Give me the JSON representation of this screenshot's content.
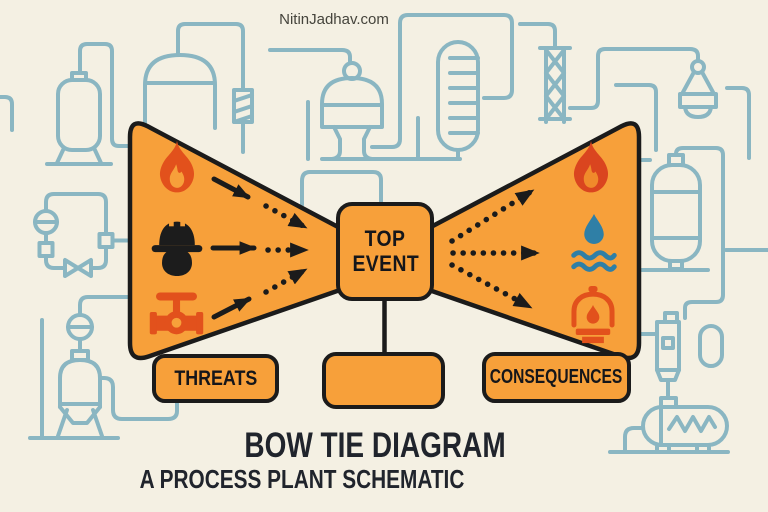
{
  "watermark": {
    "text": "NitinJadhav.com"
  },
  "diagram": {
    "top_event": {
      "label": "TOP EVENT"
    },
    "threats": {
      "label": "THREATS",
      "icons": [
        "flame-icon",
        "hard-hat-icon",
        "valve-icon"
      ]
    },
    "consequences": {
      "label": "CONSEQUENCES",
      "icons": [
        "flame-icon",
        "water-pollution-icon",
        "alarm-bell-icon"
      ]
    },
    "barrier_box": {
      "label": ""
    }
  },
  "footer": {
    "title": "BOW TIE DIAGRAM",
    "subtitle": "A PROCESS PLANT SCHEMATIC"
  },
  "colors": {
    "background": "#F4F0E3",
    "panel_orange": "#F7A03A",
    "outline_black": "#1B1B1B",
    "pipe_teal": "#8AB6C2",
    "hazard_red": "#E2511C",
    "flame_red": "#DA451F",
    "water_blue": "#2F7FA6",
    "text_dark": "#20242C"
  }
}
